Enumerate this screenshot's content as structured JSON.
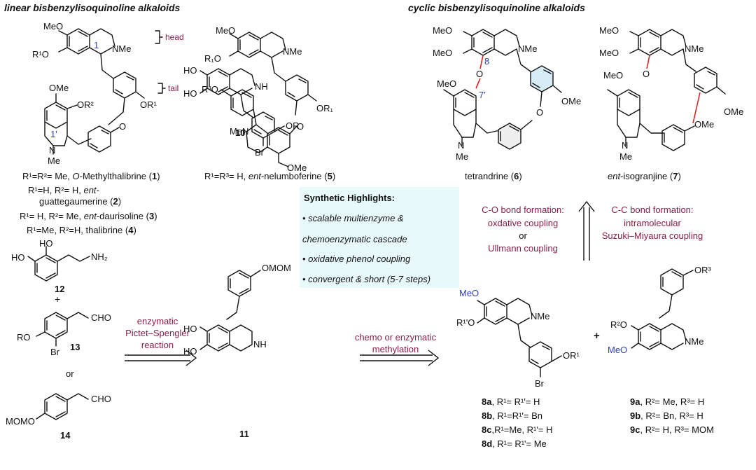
{
  "titles": {
    "linear": "linear bisbenzylisoquinoline alkaloids",
    "cyclic": "cyclic bisbenzylisoquinoline alkaloids"
  },
  "s1": {
    "meo": "MeO",
    "r1o": "R¹O",
    "nme": "NMe",
    "pos1": "1",
    "head": "head",
    "tail": "tail",
    "ome": "OMe",
    "or2": "OR²",
    "or1": "OR¹",
    "o": "O",
    "pos1p": "1'",
    "n": "N",
    "me": "Me"
  },
  "s5": {
    "meo": "MeO",
    "r1o": "R₁O",
    "nme": "NMe",
    "r3o": "R³O",
    "me_n": "MeN",
    "o": "O",
    "or1": "OR₁",
    "ome": "OMe"
  },
  "s6": {
    "meo1": "MeO",
    "meo2": "MeO",
    "pos8": "8",
    "nme": "NMe",
    "meo3": "MeO",
    "pos7p": "7'",
    "ome": "OMe",
    "o1": "O",
    "o2": "O",
    "n": "N",
    "me": "Me"
  },
  "s7": {
    "meo1": "MeO",
    "meo2": "MeO",
    "nme": "NMe",
    "meo3": "MeO",
    "o1": "O",
    "ome1": "OMe",
    "ome2": "OMe",
    "n": "N",
    "me": "Me"
  },
  "r1": {
    "a": "R¹=R²= Me, ",
    "b": "O",
    "c": "-Methylthalibrine (",
    "d": "1",
    "e": ")"
  },
  "r2": {
    "a": "R¹=H, R²= H, ",
    "b": "ent-",
    "c": "guattegaumerine (",
    "d": "2",
    "e": ")"
  },
  "r3": {
    "a": "R¹= H, R²= Me, ",
    "b": "ent",
    "c": "-daurisoline (",
    "d": "3",
    "e": ")"
  },
  "r4": {
    "a": "R¹=Me, R²=H, thalibrine (",
    "d": "4",
    "e": ")"
  },
  "r5": {
    "a": "R¹=R³= H, ",
    "b": "ent",
    "c": "-nelumboferine (",
    "d": "5",
    "e": ")"
  },
  "r6": {
    "a": "tetrandrine (",
    "d": "6",
    "e": ")"
  },
  "r7": {
    "b": "ent",
    "c": "-isogranjine (",
    "d": "7",
    "e": ")"
  },
  "highlights": {
    "title": "Synthetic Highlights:",
    "i1": "scalable multienzyme &",
    "i2": "chemoenzymatic cascade",
    "i3": "oxidative phenol coupling",
    "i4": "convergent & short (5-7 steps)"
  },
  "co": {
    "l1": "C-O bond formation:",
    "l2": "oxdative coupling",
    "l3": "or",
    "l4": "Ullmann coupling"
  },
  "cc": {
    "l1": "C-C bond formation:",
    "l2": "intramolecular",
    "l3": "Suzuki–Miyaura coupling"
  },
  "m12": {
    "ho1": "HO",
    "ho2": "HO",
    "nh2": "NH₂",
    "num": "12"
  },
  "plus": "+",
  "m13": {
    "cho": "CHO",
    "ro": "RO",
    "br": "Br",
    "num": "13"
  },
  "or": "or",
  "m14": {
    "cho": "CHO",
    "momo": "MOMO",
    "num": "14"
  },
  "arrow1": {
    "l1": "enzymatic",
    "l2": "Pictet–Spengler",
    "l3": "reaction"
  },
  "m10": {
    "ho1": "HO",
    "ho2": "HO",
    "nh": "NH",
    "or": "OR",
    "br": "Br",
    "num": "10"
  },
  "m11": {
    "omom": "OMOM",
    "nh": "NH",
    "ho1": "HO",
    "ho2": "HO",
    "num": "11"
  },
  "arrow2": {
    "l1": "chemo or enzymatic",
    "l2": "methylation"
  },
  "m8": {
    "meo": "MeO",
    "r1po": "R¹'O",
    "nme": "NMe",
    "or1": "OR¹",
    "br": "Br"
  },
  "m9": {
    "or3": "OR³",
    "r2o": "R²O",
    "nme": "NMe",
    "meo": "MeO"
  },
  "plus2": "+",
  "l8": {
    "a": {
      "n": "8a",
      "t": ", R¹= R¹'= H"
    },
    "b": {
      "n": "8b",
      "t": ", R¹=R¹'= Bn"
    },
    "c": {
      "n": "8c",
      "t": ",R¹=Me, R¹'= H"
    },
    "d": {
      "n": "8d",
      "t": ", R¹= R¹'= Me"
    }
  },
  "l9": {
    "a": {
      "n": "9a",
      "t": ", R²= Me, R³= H"
    },
    "b": {
      "n": "9b",
      "t": ", R²= Bn, R³= H"
    },
    "c": {
      "n": "9c",
      "t": ", R²= H, R³= MOM"
    }
  }
}
